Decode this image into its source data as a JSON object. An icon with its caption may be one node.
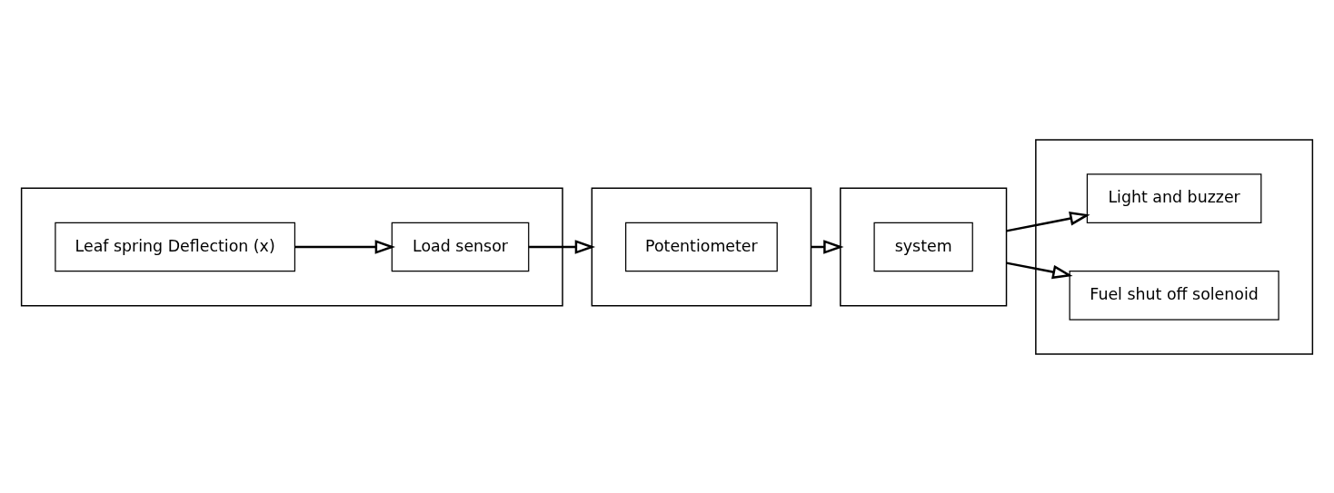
{
  "diagram": {
    "nodes": [
      {
        "text": [],
        "shape": "box"
      },
      {
        "text": [
          "Leaf spring Deflection (x)"
        ],
        "in": 0
      },
      {
        "text": [
          "Load sensor"
        ],
        "in": 0
      },
      {
        "text": [],
        "shape": "box"
      },
      {
        "text": [
          "Potentiometer"
        ],
        "in": 3
      },
      {
        "text": [],
        "shape": "box"
      },
      {
        "text": [
          "system"
        ],
        "in": 5
      },
      {
        "text": [],
        "shape": "box"
      },
      {
        "text": [
          "Light and buzzer"
        ],
        "in": 7
      },
      {
        "text": [
          "Fuel shut off solenoid"
        ],
        "in": 7
      }
    ],
    "edges": [
      {
        "from": 1,
        "to": 2,
        "arrow": "to"
      },
      {
        "from": 2,
        "to": 3,
        "arrow": "to"
      },
      {
        "from": 3,
        "to": 5,
        "arrow": "to"
      },
      {
        "from": 5,
        "to": 8,
        "arrow": "to"
      },
      {
        "from": 5,
        "to": 9,
        "arrow": "to"
      }
    ]
  }
}
